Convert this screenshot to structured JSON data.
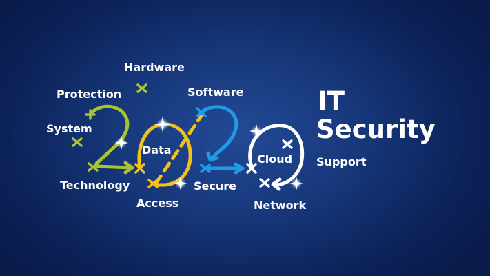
{
  "year_graphic": {
    "text": "2020"
  },
  "title": {
    "line1": "IT",
    "line2": "Security"
  },
  "labels": {
    "hardware": "Hardware",
    "protection": "Protection",
    "software": "Software",
    "system": "System",
    "data": "Data",
    "cloud": "Cloud",
    "technology": "Technology",
    "secure": "Secure",
    "access": "Access",
    "network": "Network",
    "support": "Support"
  },
  "colors": {
    "background": "#163678",
    "digit_2_first": "#a6c530",
    "digit_0_first": "#f2c218",
    "digit_2_second": "#1f9be6",
    "digit_0_second": "#ffffff",
    "text": "#ffffff"
  },
  "icons": [
    "cross-mark-icon",
    "arrow-icon",
    "sparkle-icon"
  ]
}
